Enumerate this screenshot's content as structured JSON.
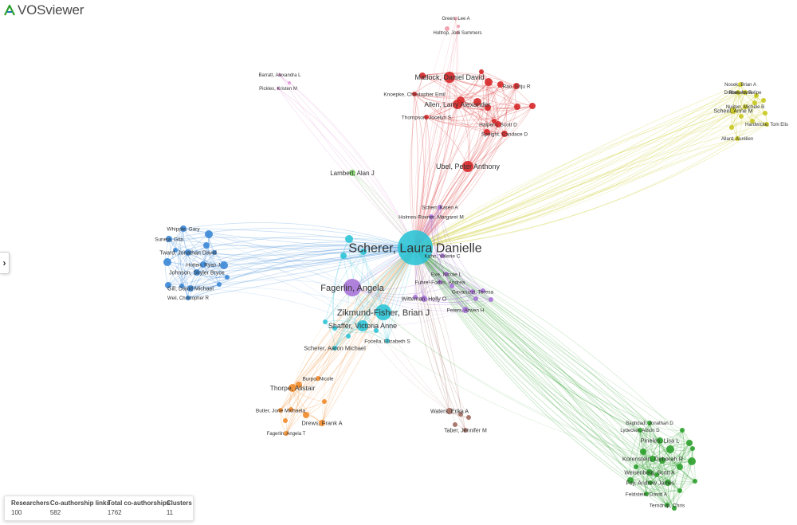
{
  "app": {
    "name": "VOSviewer",
    "colors": {
      "text": "#4a4a4a",
      "logo_a": "#2ca02c",
      "logo_b": "#1f77b4"
    }
  },
  "sidebar_toggle": {
    "icon": "chevron-right-icon",
    "glyph": "›"
  },
  "clusters": {
    "red": "#d62728",
    "blue": "#3a87d6",
    "green": "#2ca02c",
    "yellow": "#c8c81e",
    "cyan": "#2ec4d6",
    "purple": "#a874d8",
    "orange": "#f08a2a",
    "lightgreen": "#7fd06a",
    "pink": "#e29ad6",
    "brown": "#a06a5e",
    "lightpink": "#f09aa8"
  },
  "nodes": [
    {
      "id": "scherer_ld",
      "label": "Scherer, Laura Danielle",
      "cluster": "cyan",
      "size": 22,
      "fs": 16
    },
    {
      "id": "fagerlin",
      "label": "Fagerlin, Angela",
      "cluster": "purple",
      "size": 11,
      "fs": 11
    },
    {
      "id": "zikmund",
      "label": "Zikmund-Fisher, Brian J",
      "cluster": "cyan",
      "size": 10,
      "fs": 11
    },
    {
      "id": "shaffer",
      "label": "Shaffer, Victoria Anne",
      "cluster": "cyan",
      "size": 7,
      "fs": 9
    },
    {
      "id": "ubel",
      "label": "Ubel, Peter Anthony",
      "cluster": "red",
      "size": 7,
      "fs": 9
    },
    {
      "id": "matlock",
      "label": "Matlock, Daniel David",
      "cluster": "red",
      "size": 7,
      "fs": 9
    },
    {
      "id": "allen",
      "label": "Allen, Larry Alexander",
      "cluster": "red",
      "size": 6,
      "fs": 8.5
    },
    {
      "id": "green",
      "label": "Green, Lee A",
      "cluster": "lightpink",
      "size": 2,
      "fs": 6
    },
    {
      "id": "holtrop",
      "label": "Holtrop, Jodi Summers",
      "cluster": "lightpink",
      "size": 2,
      "fs": 6
    },
    {
      "id": "knoepke",
      "label": "Knoepke, Christopher Emil",
      "cluster": "red",
      "size": 3,
      "fs": 6.5
    },
    {
      "id": "thompson",
      "label": "Thompson, Jocelyn S",
      "cluster": "red",
      "size": 3,
      "fs": 6.5
    },
    {
      "id": "rao",
      "label": "Rao, Sriju R",
      "cluster": "red",
      "size": 4,
      "fs": 6.5
    },
    {
      "id": "halpern",
      "label": "Halpern, Scott D",
      "cluster": "red",
      "size": 4,
      "fs": 6.5
    },
    {
      "id": "speight",
      "label": "Speight, Candace D",
      "cluster": "red",
      "size": 4,
      "fs": 6.5
    },
    {
      "id": "barratt",
      "label": "Barratt, Alexandra L",
      "cluster": "pink",
      "size": 2,
      "fs": 6
    },
    {
      "id": "pickles",
      "label": "Pickles, Kristen M",
      "cluster": "pink",
      "size": 2,
      "fs": 6
    },
    {
      "id": "lambert",
      "label": "Lambert, Alan J",
      "cluster": "lightgreen",
      "size": 4,
      "fs": 8
    },
    {
      "id": "scherr",
      "label": "Scherr, Karen A",
      "cluster": "purple",
      "size": 3,
      "fs": 6.5
    },
    {
      "id": "holmes",
      "label": "Holmes-Rovner, Margaret M",
      "cluster": "purple",
      "size": 3,
      "fs": 6.5
    },
    {
      "id": "kahn",
      "label": "Kahn, Valerie C",
      "cluster": "purple",
      "size": 3,
      "fs": 6.5
    },
    {
      "id": "exe",
      "label": "Exe, Nicole L",
      "cluster": "purple",
      "size": 3,
      "fs": 6.5
    },
    {
      "id": "fuhrel",
      "label": "Fuhrel-Forbis, Andrea",
      "cluster": "purple",
      "size": 3,
      "fs": 6.5
    },
    {
      "id": "gavaruzzi",
      "label": "Gavaruzzi, Teresa",
      "cluster": "purple",
      "size": 3,
      "fs": 6.5
    },
    {
      "id": "witteman",
      "label": "Witteman, Holly O",
      "cluster": "purple",
      "size": 4,
      "fs": 7
    },
    {
      "id": "peters",
      "label": "Peters, Arwen H",
      "cluster": "purple",
      "size": 4,
      "fs": 6.5
    },
    {
      "id": "focella",
      "label": "Focella, Elizabeth S",
      "cluster": "cyan",
      "size": 3,
      "fs": 6.5
    },
    {
      "id": "scherer_am",
      "label": "Scherer, Aaron Michael",
      "cluster": "cyan",
      "size": 3,
      "fs": 7.5
    },
    {
      "id": "burpo",
      "label": "Burpo, Nicole",
      "cluster": "orange",
      "size": 3,
      "fs": 6.5
    },
    {
      "id": "thorpe",
      "label": "Thorpe, Alistair",
      "cluster": "orange",
      "size": 5,
      "fs": 8.5
    },
    {
      "id": "butler",
      "label": "Butler, Jorie Michaela",
      "cluster": "orange",
      "size": 3,
      "fs": 6.5
    },
    {
      "id": "drews",
      "label": "Drews, Frank A",
      "cluster": "orange",
      "size": 4,
      "fs": 7.5
    },
    {
      "id": "fagerlin_at",
      "label": "Fagerlin, Angela T",
      "cluster": "orange",
      "size": 3,
      "fs": 6
    },
    {
      "id": "waters",
      "label": "Waters, Erika A",
      "cluster": "brown",
      "size": 4,
      "fs": 7
    },
    {
      "id": "taber",
      "label": "Taber, Jennifer M",
      "cluster": "brown",
      "size": 3,
      "fs": 7
    },
    {
      "id": "whipple",
      "label": "Whipple, Gary",
      "cluster": "blue",
      "size": 4,
      "fs": 6.5
    },
    {
      "id": "suneja",
      "label": "Suneja, Gita",
      "cluster": "blue",
      "size": 4,
      "fs": 6.5
    },
    {
      "id": "tward",
      "label": "Tward, Jonathan David",
      "cluster": "blue",
      "size": 4,
      "fs": 7
    },
    {
      "id": "hutten",
      "label": "Hutten, Ryan J",
      "cluster": "blue",
      "size": 4,
      "fs": 6.5
    },
    {
      "id": "johnson",
      "label": "Johnson, Skyler Bryce",
      "cluster": "blue",
      "size": 4,
      "fs": 7
    },
    {
      "id": "gill",
      "label": "Gill, David Michael",
      "cluster": "blue",
      "size": 4,
      "fs": 7
    },
    {
      "id": "weil",
      "label": "Weil, Christopher R",
      "cluster": "blue",
      "size": 3,
      "fs": 6
    },
    {
      "id": "nosek",
      "label": "Nosek, Brian A",
      "cluster": "yellow",
      "size": 3,
      "fs": 6
    },
    {
      "id": "dreber",
      "label": "Dreber, Anna",
      "cluster": "yellow",
      "size": 3,
      "fs": 6
    },
    {
      "id": "romero",
      "label": "Romero, Felipe",
      "cluster": "yellow",
      "size": 3,
      "fs": 6
    },
    {
      "id": "nuijten",
      "label": "Nuijten, Michèle B",
      "cluster": "yellow",
      "size": 3,
      "fs": 6
    },
    {
      "id": "scheel",
      "label": "Scheel, Anne M",
      "cluster": "yellow",
      "size": 4,
      "fs": 7
    },
    {
      "id": "hardwicke",
      "label": "Hardwicke, Tom Elis",
      "cluster": "yellow",
      "size": 3,
      "fs": 6
    },
    {
      "id": "allard",
      "label": "Allard, Aurélien",
      "cluster": "yellow",
      "size": 3,
      "fs": 6
    },
    {
      "id": "baghdadi",
      "label": "Baghdadi, Jonathan D",
      "cluster": "green",
      "size": 3,
      "fs": 6
    },
    {
      "id": "lydecker",
      "label": "Lydecker, Alison D",
      "cluster": "green",
      "size": 3,
      "fs": 6
    },
    {
      "id": "pineles",
      "label": "Pineles, Lisa L",
      "cluster": "green",
      "size": 4,
      "fs": 7.5
    },
    {
      "id": "korenstein",
      "label": "Korenstein, Deborah R",
      "cluster": "green",
      "size": 4,
      "fs": 7.5
    },
    {
      "id": "weisenberg",
      "label": "Weisenberg, Scott A",
      "cluster": "green",
      "size": 4,
      "fs": 7
    },
    {
      "id": "foy",
      "label": "Foy, Andrew James",
      "cluster": "green",
      "size": 3,
      "fs": 7
    },
    {
      "id": "feldstein",
      "label": "Feldstein, David A",
      "cluster": "green",
      "size": 3,
      "fs": 6.5
    },
    {
      "id": "terndrup",
      "label": "Terndrup, Chris",
      "cluster": "green",
      "size": 3,
      "fs": 6.5
    }
  ],
  "stats": {
    "columns": [
      {
        "label": "Researchers",
        "value": "100"
      },
      {
        "label": "Co-authorship links",
        "value": "582"
      },
      {
        "label": "Total co-authorships",
        "value": "1762"
      },
      {
        "label": "Clusters",
        "value": "11"
      }
    ]
  }
}
